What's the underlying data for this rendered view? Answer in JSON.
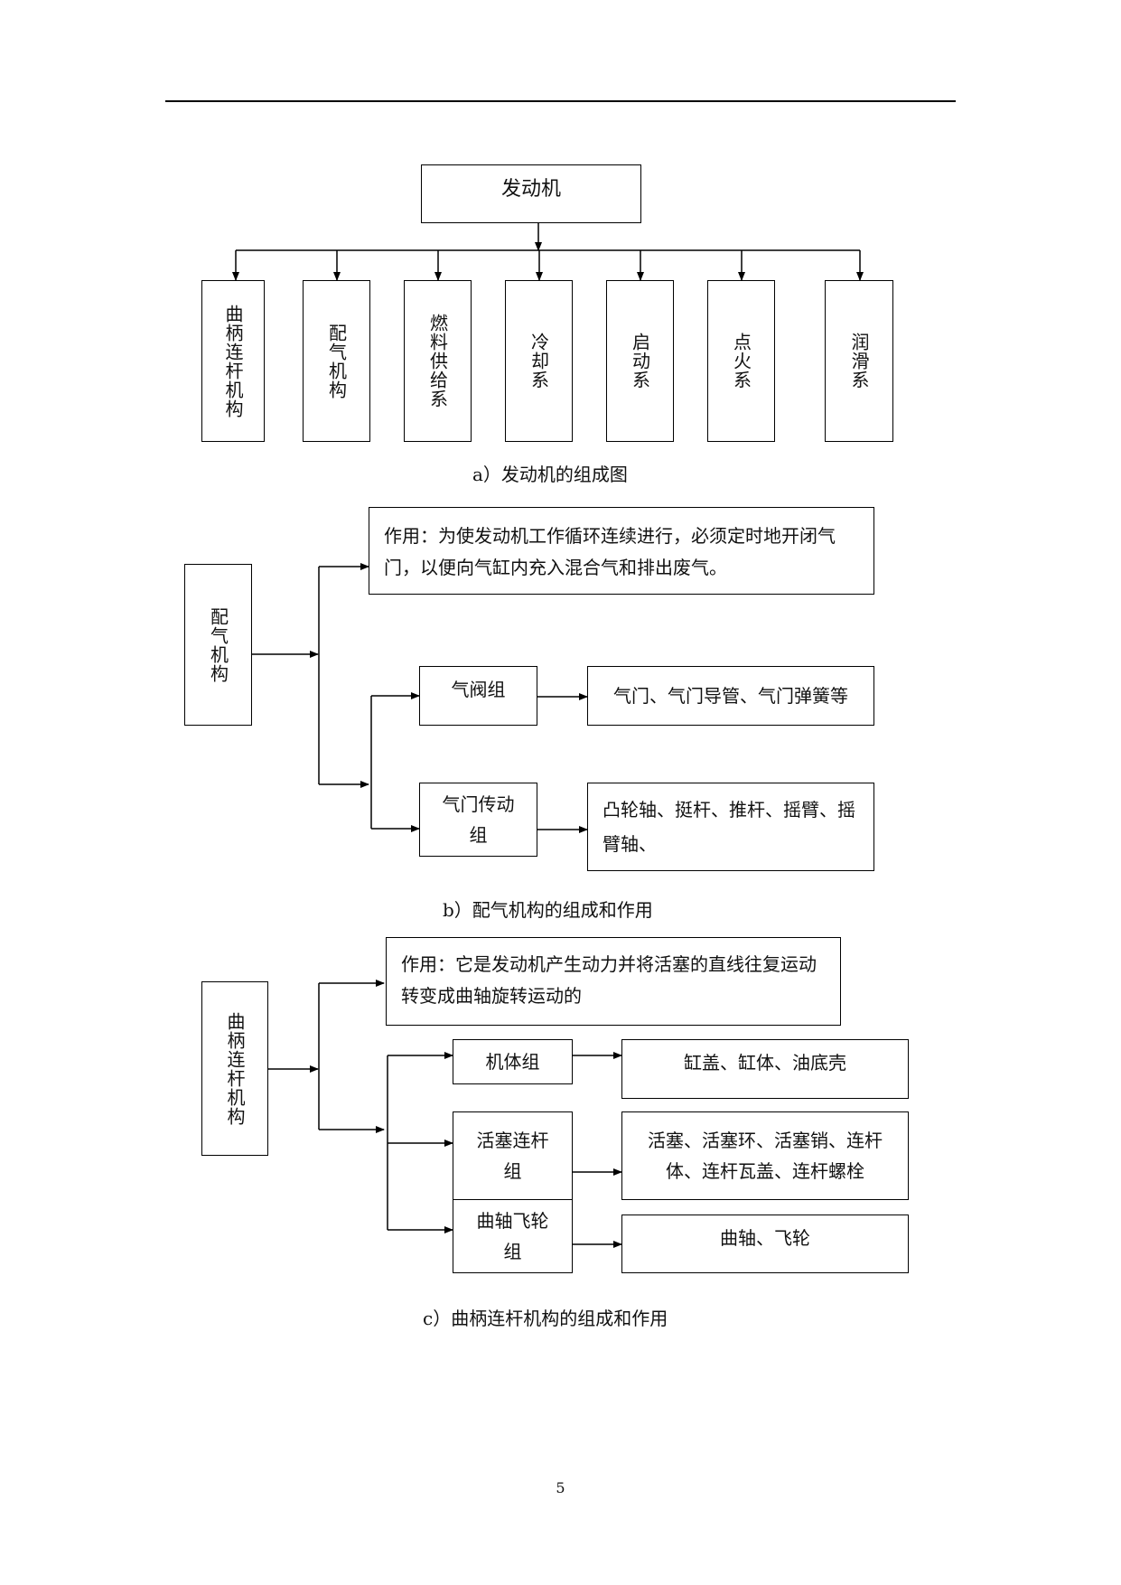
{
  "diagram_a": {
    "root": "发动机",
    "children": [
      "曲柄连杆机构",
      "配气机构",
      "燃料供给系",
      "冷却系",
      "启动系",
      "点火系",
      "润滑系"
    ],
    "caption": "a）发动机的组成图"
  },
  "diagram_b": {
    "root": "配气机构",
    "function": "作用：为使发动机工作循环连续进行，必须定时地开闭气门，以便向气缸内充入混合气和排出废气。",
    "groups": [
      {
        "name": "气阀组",
        "parts": "气门、气门导管、气门弹簧等"
      },
      {
        "name": "气门传动组",
        "parts": "凸轮轴、挺杆、推杆、摇臂、摇臂轴、"
      }
    ],
    "caption": "b）配气机构的组成和作用"
  },
  "diagram_c": {
    "root": "曲柄连杆机构",
    "function": "作用：它是发动机产生动力并将活塞的直线往复运动转变成曲轴旋转运动的",
    "groups": [
      {
        "name": "机体组",
        "parts": "缸盖、缸体、油底壳"
      },
      {
        "name": "活塞连杆组",
        "parts": "活塞、活塞环、活塞销、连杆体、连杆瓦盖、连杆螺栓"
      },
      {
        "name": "曲轴飞轮组",
        "parts": "曲轴、飞轮"
      }
    ],
    "caption": "c）曲柄连杆机构的组成和作用"
  },
  "page_number": "5"
}
